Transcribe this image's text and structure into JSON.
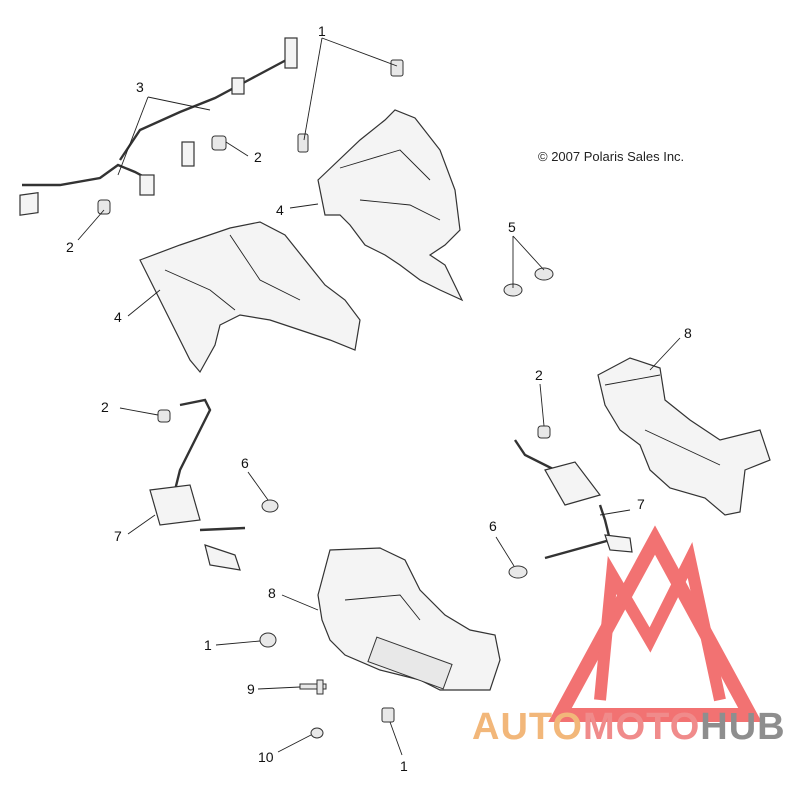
{
  "copyright": "© 2007 Polaris Sales Inc.",
  "watermark": {
    "parts": [
      "AUTO",
      "MOTO",
      "HUB"
    ],
    "colors": {
      "auto": "#f2b77a",
      "moto": "#f08b8b",
      "hub": "#8e8e8e",
      "logo": "#f05a5a"
    }
  },
  "callouts": {
    "c1a": "1",
    "c3": "3",
    "c2a": "2",
    "c2b": "2",
    "c4a": "4",
    "c4b": "4",
    "c5": "5",
    "c8a": "8",
    "c2c": "2",
    "c6a": "6",
    "c7a": "7",
    "c2d": "2",
    "c7b": "7",
    "c6b": "6",
    "c8b": "8",
    "c1b": "1",
    "c9": "9",
    "c10": "10",
    "c1c": "1"
  }
}
